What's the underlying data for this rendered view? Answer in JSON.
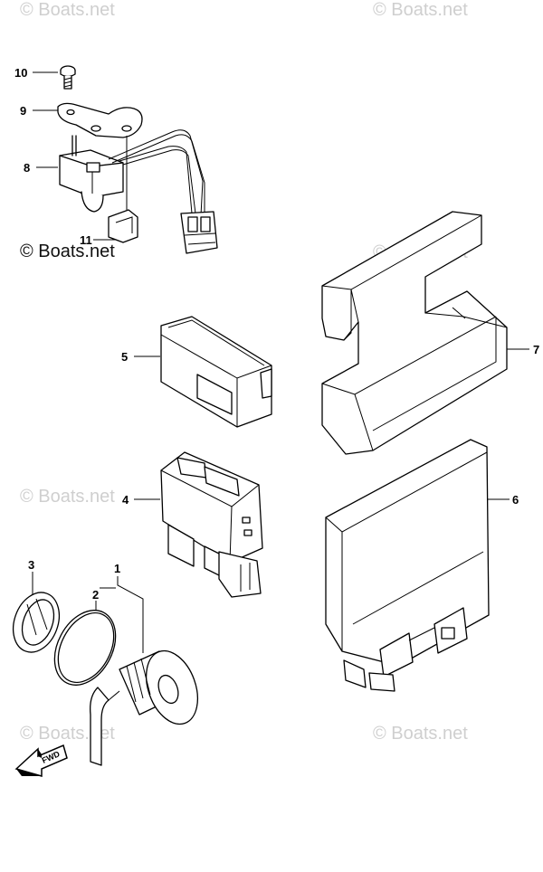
{
  "watermark": {
    "text": "© Boats.net",
    "bold_text": "© Boats.net"
  },
  "callouts": {
    "p1": "1",
    "p2": "2",
    "p3": "3",
    "p4": "4",
    "p5": "5",
    "p6": "6",
    "p7": "7",
    "p8": "8",
    "p9": "9",
    "p10": "10",
    "p11": "11"
  },
  "fwd_label": "FWD",
  "colors": {
    "ink": "#000000",
    "watermark": "#cfcfcf"
  }
}
